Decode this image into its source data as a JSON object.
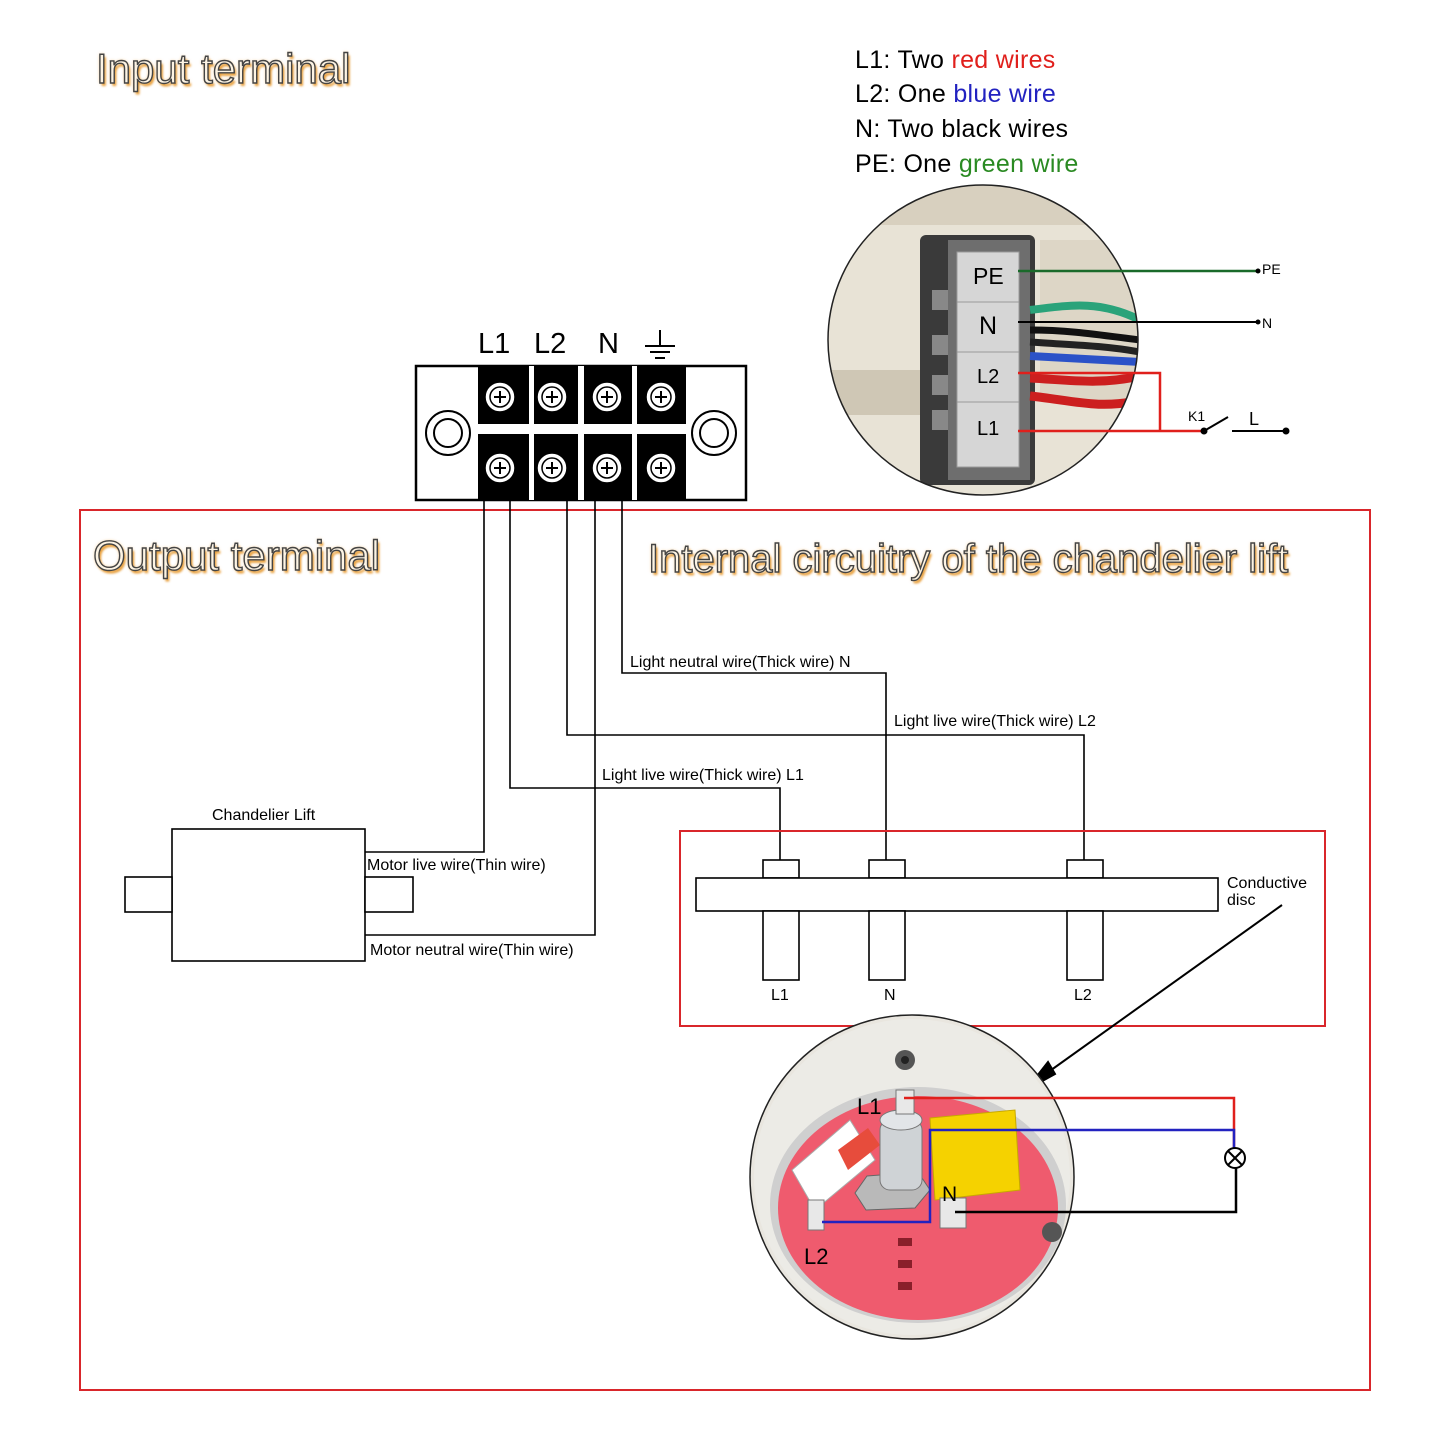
{
  "titles": {
    "input_terminal": "Input terminal",
    "output_terminal": "Output terminal",
    "internal_circuitry": "Internal circuitry of the chandelier lift"
  },
  "legend": [
    {
      "prefix": "L1: Two ",
      "colored": "red wires",
      "color": "#e0201c"
    },
    {
      "prefix": "L2: One ",
      "colored": "blue wire",
      "color": "#2222c0"
    },
    {
      "prefix": "N: Two black wires",
      "colored": "",
      "color": "#000000"
    },
    {
      "prefix": "PE: One ",
      "colored": "green wire",
      "color": "#2a8a22"
    }
  ],
  "terminal_block": {
    "labels": [
      "L1",
      "L2",
      "N"
    ],
    "ground_symbol": "earth-ground-icon"
  },
  "photo_terminal": {
    "slots": [
      "PE",
      "N",
      "L2",
      "L1"
    ],
    "wire_ends": {
      "pe": "PE",
      "n": "N"
    },
    "switch": {
      "name": "K1",
      "line": "L"
    }
  },
  "wires": {
    "light_neutral": "Light neutral wire(Thick wire) N",
    "light_live_l2": "Light live wire(Thick wire) L2",
    "light_live_l1": "Light live wire(Thick wire) L1",
    "motor_live": "Motor live wire(Thin wire)",
    "motor_neutral": "Motor neutral wire(Thin wire)"
  },
  "chandelier_lift": {
    "title": "Chandelier Lift"
  },
  "conductive_disc": {
    "label_line1": "Conductive",
    "label_line2": "disc",
    "pins": [
      "L1",
      "N",
      "L2"
    ]
  },
  "disc_photo": {
    "terminals": [
      "L1",
      "N",
      "L2"
    ],
    "lamp_icon": "lamp-icon"
  },
  "colors": {
    "red_wire": "#e0201c",
    "blue_wire": "#2222c0",
    "green_wire": "#1a6a2a",
    "box_border": "#d9262b",
    "headline_glow": "#e6962a"
  }
}
